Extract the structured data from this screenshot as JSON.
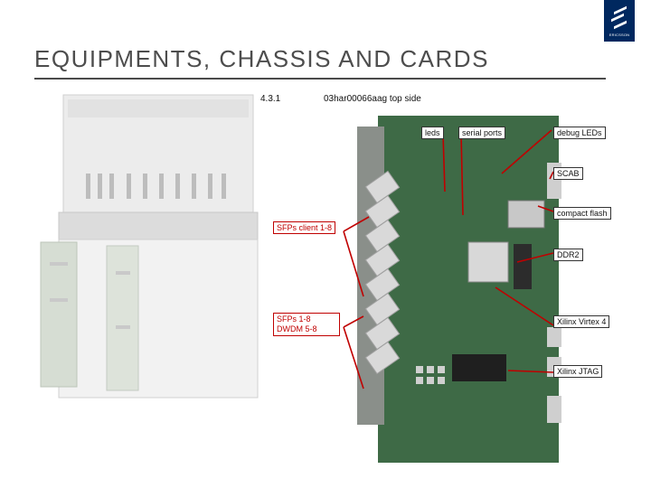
{
  "logo": {
    "text": "ERICSSON"
  },
  "slide": {
    "title": "Equipments, chassis and cards"
  },
  "figure": {
    "section": "4.3.1",
    "caption": "03har00066aag top side",
    "labels": {
      "leds": "leds",
      "serial_ports": "serial ports",
      "debug_leds": "debug LEDs",
      "scab": "SCAB",
      "compact_flash": "compact flash",
      "sfp_client": "SFPs client 1-8",
      "ddr2": "DDR2",
      "sfp_dwdm": "SFPs 1-8 DWDM 5-8",
      "xilinx_virtex": "Xilinx Virtex 4",
      "xilinx_jtag": "Xilinx JTAG"
    }
  },
  "colors": {
    "accent": "#c00000",
    "logo_bg": "#00285f",
    "board": "#3e6a46"
  }
}
